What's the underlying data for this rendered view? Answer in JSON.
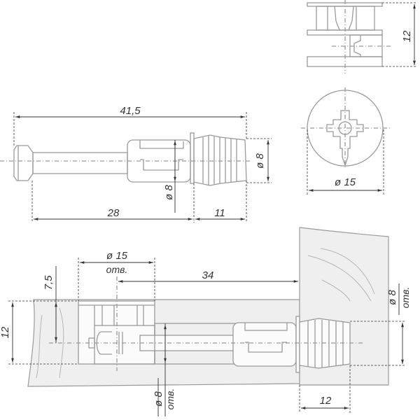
{
  "drawing": {
    "type": "technical-drawing",
    "subject": "furniture minifix cam connector with dowel bolt",
    "colors": {
      "line": "#9a9a9a",
      "dim": "#333333",
      "board": "#efefef",
      "text": "#333333"
    }
  },
  "views": {
    "bolt_side": {
      "dim_total": "41,5",
      "dim_shank": "28",
      "dim_sleeve": "11",
      "dim_sleeve_dia": "ø 8",
      "dim_head_dia": "ø 8"
    },
    "cam_side": {
      "dim_height": "12"
    },
    "cam_top": {
      "dim_dia": "ø 15"
    },
    "assembly": {
      "dim_cam_hole": "ø 15",
      "dim_cam_hole_note": "отв.",
      "dim_offset": "7,5",
      "dim_board": "12",
      "dim_distance": "34",
      "dim_bolt_hole": "ø 8",
      "dim_bolt_hole_note": "отв.",
      "dim_sleeve_hole": "ø 8",
      "dim_sleeve_hole_note": "отв.",
      "dim_depth": "12"
    }
  }
}
